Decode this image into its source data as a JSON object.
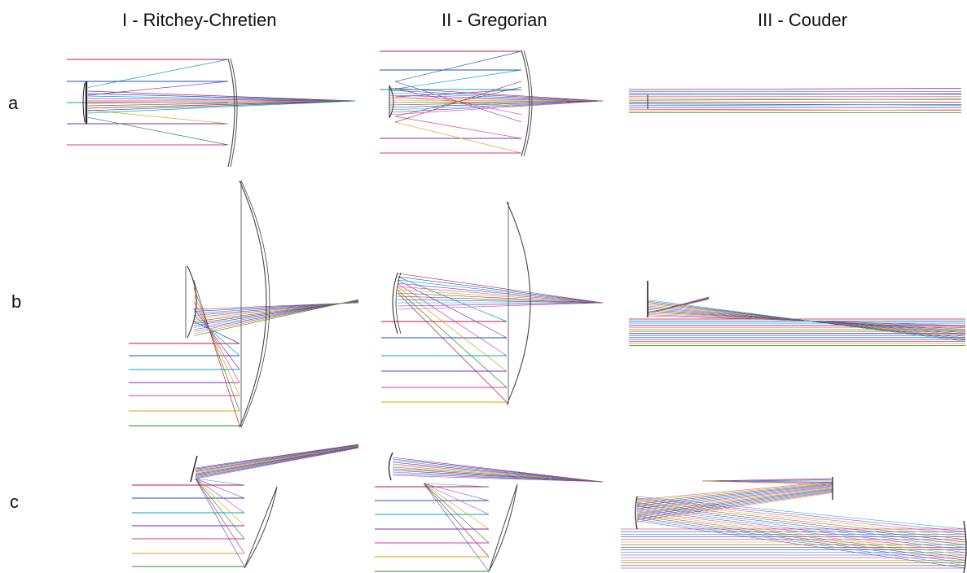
{
  "columns": [
    "I - Ritchey-Chretien",
    "II - Gregorian",
    "III - Couder"
  ],
  "rows": [
    "a",
    "b",
    "c"
  ],
  "colors": {
    "rays": [
      "#c0143c",
      "#1f4fbf",
      "#00a7b5",
      "#7a2fbf",
      "#d13aa0",
      "#e0a000",
      "#2a8a2a"
    ],
    "mirror": "#333333"
  }
}
